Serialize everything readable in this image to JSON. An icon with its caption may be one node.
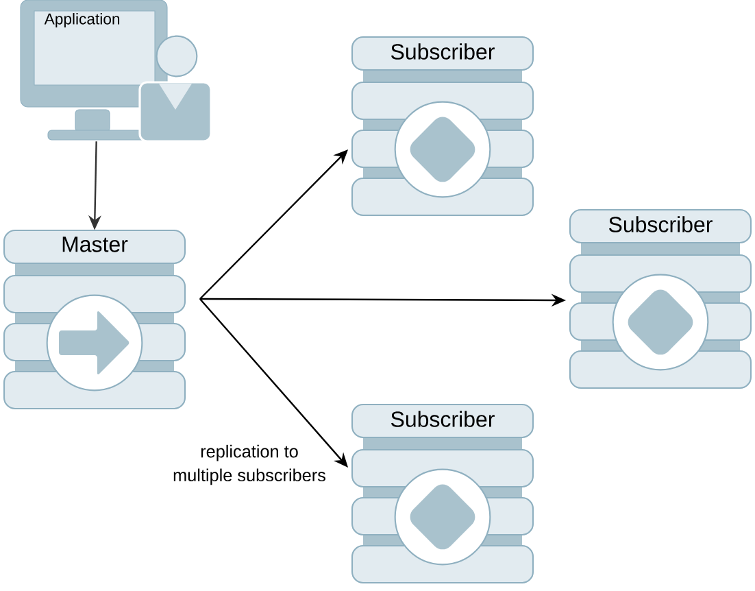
{
  "diagram": {
    "nodes": [
      {
        "text": [
          "Application"
        ]
      },
      {
        "text": [
          "Master"
        ]
      },
      {
        "text": [
          "Subscriber"
        ]
      },
      {
        "text": [
          "Subscriber"
        ]
      },
      {
        "text": [
          "Subscriber"
        ]
      }
    ],
    "edges": [
      {
        "from": 0,
        "to": 1,
        "arrow": "to"
      },
      {
        "from": 1,
        "to": 2,
        "arrow": "to"
      },
      {
        "from": 1,
        "to": 3,
        "arrow": "to"
      },
      {
        "from": 1,
        "to": 4,
        "arrow": "to"
      }
    ],
    "labels": [
      "replication to multiple subscribers"
    ]
  }
}
